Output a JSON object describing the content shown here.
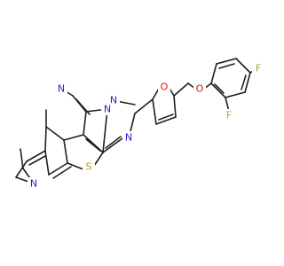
{
  "molecule": {
    "atoms": {
      "N_pyrimidine_a": "N",
      "N_pyrimidine_b": "N",
      "N_triazole_a": "N",
      "N_triazole_b": "N",
      "N_triazole_c": "N",
      "S_thiophene": "S",
      "N_pyridine": "N",
      "O_furan": "O",
      "O_ether": "O",
      "F_para": "F",
      "F_ortho": "F"
    },
    "colors": {
      "bond": "#202020",
      "nitrogen": "#1f1fd4",
      "sulfur": "#b8a000",
      "oxygen": "#e01010",
      "fluorine": "#8ab82a"
    }
  }
}
